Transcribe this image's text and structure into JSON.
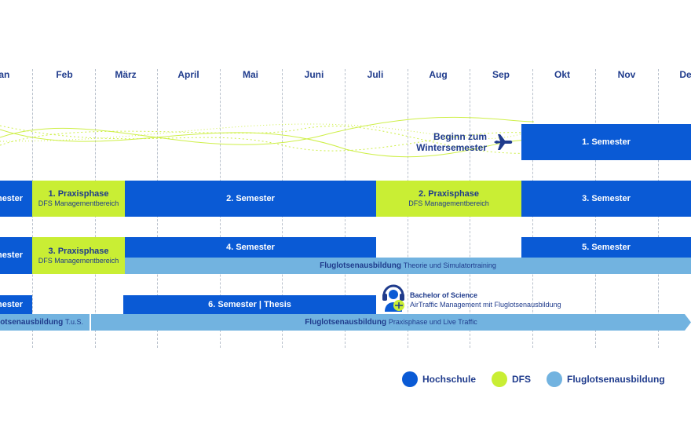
{
  "months": [
    "Jan",
    "Feb",
    "März",
    "April",
    "Mai",
    "Juni",
    "Juli",
    "Aug",
    "Sep",
    "Okt",
    "Nov",
    "Dez"
  ],
  "colors": {
    "hochschule": "#0a5ad5",
    "dfs": "#c9ee34",
    "fluglotsen": "#72b3e0",
    "text": "#1f3b8c"
  },
  "start": {
    "line1": "Beginn zum",
    "line2": "Wintersemester",
    "icon": "airplane-icon"
  },
  "rows": {
    "r1": {
      "s1": "1. Semester"
    },
    "r2": {
      "s_left": "Semester",
      "p1_title": "1. Praxisphase",
      "p1_sub": "DFS Managementbereich",
      "s2": "2. Semester",
      "p2_title": "2. Praxisphase",
      "p2_sub": "DFS Managementbereich",
      "s3": "3. Semester"
    },
    "r3": {
      "s_left": "Semester",
      "p3_title": "3. Praxisphase",
      "p3_sub": "DFS Managementbereich",
      "s4": "4. Semester",
      "s5": "5. Semester",
      "fl_bold": "Fluglotsenausbildung",
      "fl_rest": "Theorie und Simulatortraining"
    },
    "r4": {
      "s_left": "mester",
      "s6": "6. Semester | Thesis",
      "fl_left_bold": "otsenausbildung",
      "fl_left_rest": "T.u.S.",
      "fl_bold": "Fluglotsenausbildung",
      "fl_rest": "Praxisphase und Live Traffic"
    }
  },
  "bachelor": {
    "title": "Bachelor of Science",
    "sub": "AirTraffic Management mit Fluglotsenausbildung",
    "icon": "headset-person-icon"
  },
  "legend": {
    "hochschule": "Hochschule",
    "dfs": "DFS",
    "fluglotsen": "Fluglotsenausbildung"
  }
}
